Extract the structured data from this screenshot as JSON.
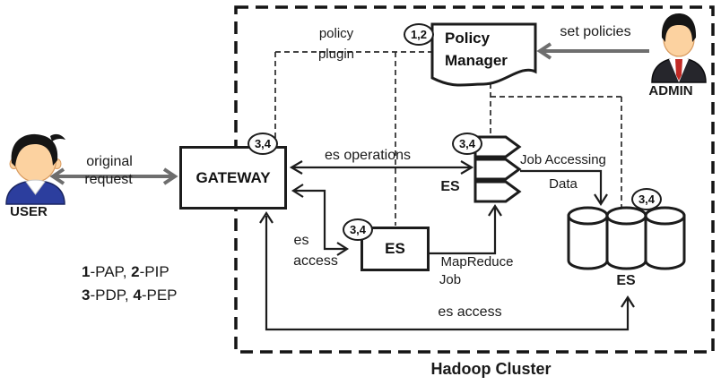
{
  "cluster": {
    "label": "Hadoop Cluster"
  },
  "actors": {
    "user": "USER",
    "admin": "ADMIN"
  },
  "nodes": {
    "gateway": "GATEWAY",
    "policy_manager_line1": "Policy",
    "policy_manager_line2": "Manager",
    "es_box": "ES",
    "es_stack": "ES",
    "es_cylinders": "ES"
  },
  "badges": {
    "policy_manager": "1,2",
    "gateway": "3,4",
    "es_stack": "3,4",
    "es_box": "3,4",
    "es_cylinders": "3,4"
  },
  "edges": {
    "original_request_line1": "original",
    "original_request_line2": "request",
    "set_policies": "set policies",
    "policy_plugin_line1": "policy",
    "policy_plugin_line2": "plugin",
    "es_operations": "es operations",
    "es_access_upper_line1": "es",
    "es_access_upper_line2": "access",
    "mapreduce_line1": "MapReduce",
    "mapreduce_line2": "Job",
    "job_accessing_line1": "Job Accessing",
    "job_accessing_line2": "Data",
    "es_access_bottom": "es access"
  },
  "legend": {
    "l1b1": "1",
    "l1t1": "-PAP, ",
    "l1b2": "2",
    "l1t2": "-PIP",
    "l2b1": "3",
    "l2t1": "-PDP, ",
    "l2b2": "4",
    "l2t2": "-PEP"
  },
  "colors": {
    "line": "#1c1c1c",
    "gray_arrow": "#6e6e6e",
    "user_shirt": "#2c3e9e",
    "admin_tie": "#c22b26",
    "skin": "#fcd2a0"
  }
}
